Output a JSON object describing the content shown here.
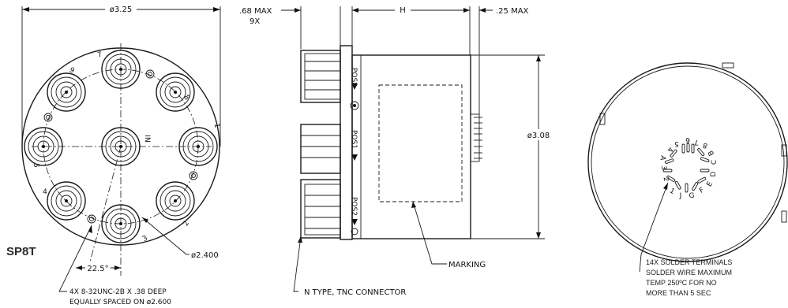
{
  "front_view": {
    "title": "SP8T",
    "diameter_label": "ø3.25",
    "bolt_circle_label": "ø2.400",
    "angle_label": "22.5°",
    "center_label": "IN",
    "port_numbers": [
      "1",
      "2",
      "3",
      "4",
      "5",
      "6",
      "7",
      "8"
    ],
    "hole_note_line1": "4X 8-32UNC-2B X .38 DEEP",
    "hole_note_line2": "EQUALLY SPACED ON ø2.600"
  },
  "side_view": {
    "max_label": ".68 MAX",
    "qty_label": "9X",
    "height_label": "H",
    "terminal_max_label": ".25 MAX",
    "body_diameter_label": "ø3.08",
    "pos8_label": "POS8",
    "pos1_label": "POS1",
    "pos2_label": "POS2",
    "marking_label": "MARKING",
    "connector_note": "N TYPE, TNC CONNECTOR"
  },
  "rear_view": {
    "terminal_labels": [
      "1",
      "2",
      "3",
      "4",
      "5",
      "6",
      "7",
      "8",
      "A",
      "B",
      "C",
      "D",
      "E",
      "F",
      "G",
      "J"
    ],
    "note_lines": [
      "14X SOLDER TERMINALS",
      "SOLDER WIRE MAXIMUM",
      "TEMP 250ºC FOR NO",
      "MORE THAN 5 SEC"
    ]
  }
}
